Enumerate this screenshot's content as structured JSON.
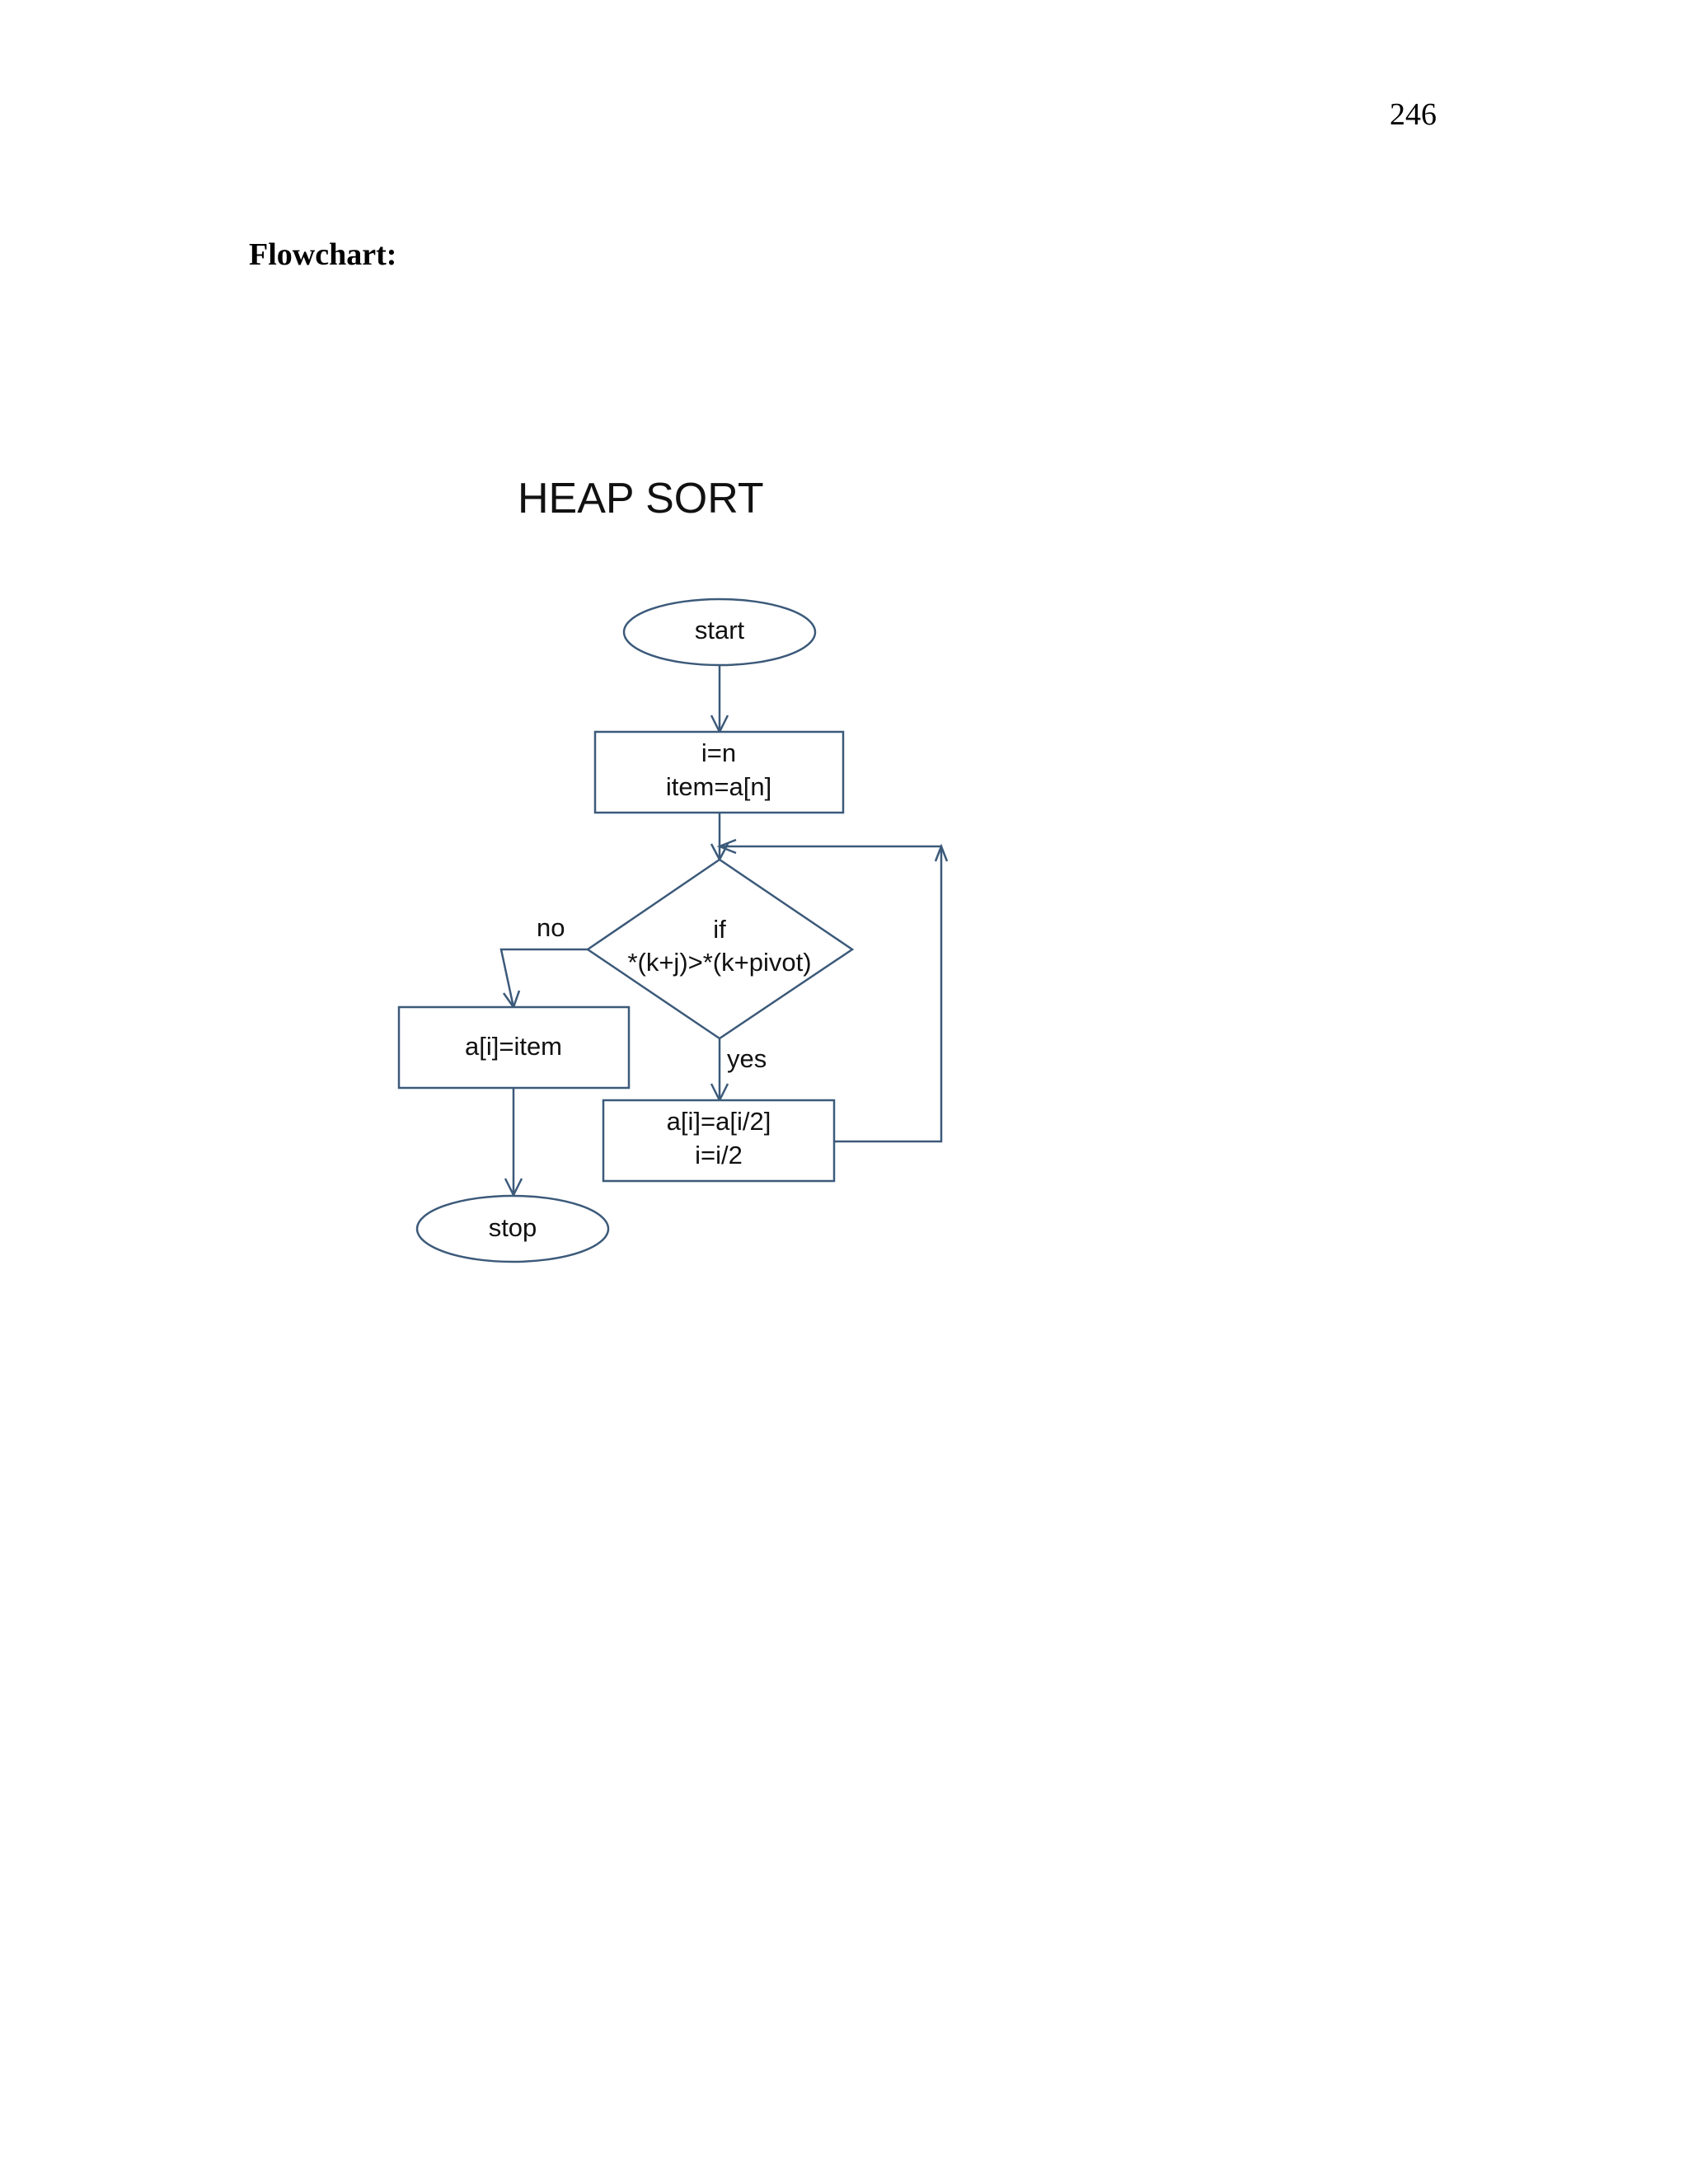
{
  "page": {
    "number": "246",
    "heading": "Flowchart:"
  },
  "flowchart": {
    "title": "HEAP SORT",
    "nodes": {
      "start": "start",
      "init_line1": "i=n",
      "init_line2": "item=a[n]",
      "decision_line1": "if",
      "decision_line2": "*(k+j)>*(k+pivot)",
      "assign_item": "a[i]=item",
      "shift_line1": "a[i]=a[i/2]",
      "shift_line2": "i=i/2",
      "stop": "stop"
    },
    "edges": {
      "no_label": "no",
      "yes_label": "yes"
    },
    "colors": {
      "stroke": "#3c5a7a"
    }
  }
}
